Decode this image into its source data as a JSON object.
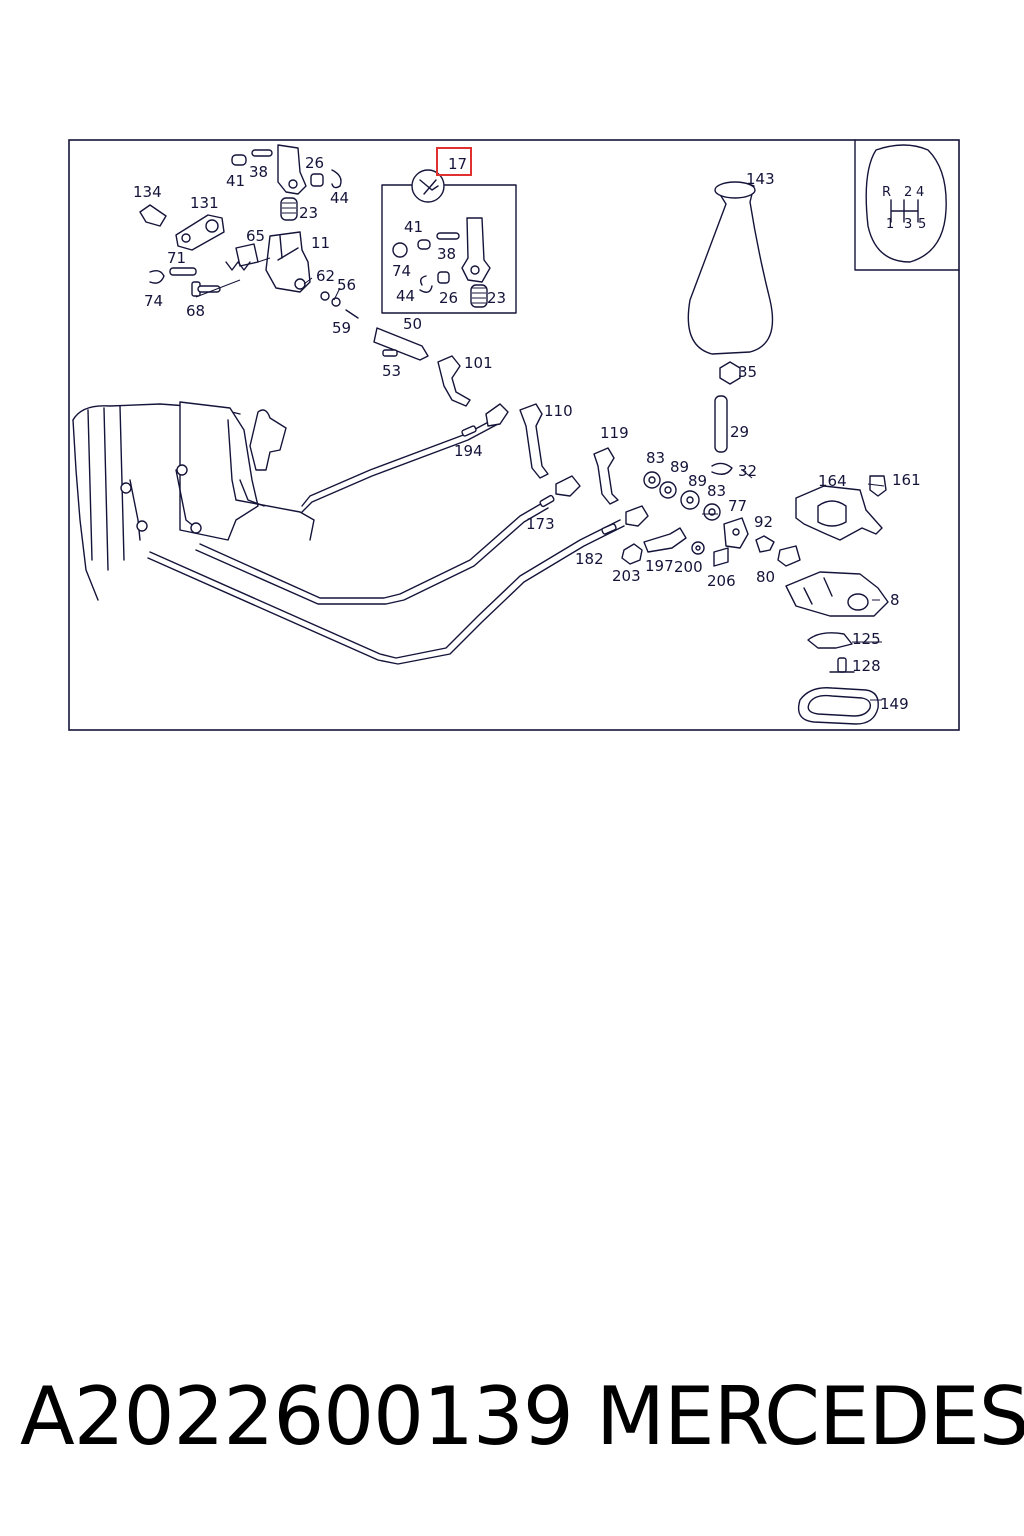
{
  "diagram": {
    "highlighted_callout": "17",
    "shift_pattern": {
      "top": [
        "R",
        "2",
        "4"
      ],
      "bottom": [
        "1",
        "3",
        "5"
      ]
    },
    "callouts": [
      {
        "id": "c134",
        "text": "134"
      },
      {
        "id": "c131",
        "text": "131"
      },
      {
        "id": "c41a",
        "text": "41"
      },
      {
        "id": "c38a",
        "text": "38"
      },
      {
        "id": "c26a",
        "text": "26"
      },
      {
        "id": "c44a",
        "text": "44"
      },
      {
        "id": "c23a",
        "text": "23"
      },
      {
        "id": "c65",
        "text": "65"
      },
      {
        "id": "c11",
        "text": "11"
      },
      {
        "id": "c71",
        "text": "71"
      },
      {
        "id": "c74a",
        "text": "74"
      },
      {
        "id": "c68",
        "text": "68"
      },
      {
        "id": "c62",
        "text": "62"
      },
      {
        "id": "c56",
        "text": "56"
      },
      {
        "id": "c59",
        "text": "59"
      },
      {
        "id": "c41b",
        "text": "41"
      },
      {
        "id": "c38b",
        "text": "38"
      },
      {
        "id": "c74b",
        "text": "74"
      },
      {
        "id": "c44b",
        "text": "44"
      },
      {
        "id": "c26b",
        "text": "26"
      },
      {
        "id": "c23b",
        "text": "23"
      },
      {
        "id": "c50",
        "text": "50"
      },
      {
        "id": "c53",
        "text": "53"
      },
      {
        "id": "c101",
        "text": "101"
      },
      {
        "id": "c143",
        "text": "143"
      },
      {
        "id": "c35",
        "text": "35"
      },
      {
        "id": "c29",
        "text": "29"
      },
      {
        "id": "c32",
        "text": "32"
      },
      {
        "id": "c110",
        "text": "110"
      },
      {
        "id": "c194",
        "text": "194"
      },
      {
        "id": "c119",
        "text": "119"
      },
      {
        "id": "c83a",
        "text": "83"
      },
      {
        "id": "c89a",
        "text": "89"
      },
      {
        "id": "c89b",
        "text": "89"
      },
      {
        "id": "c83b",
        "text": "83"
      },
      {
        "id": "c77",
        "text": "77"
      },
      {
        "id": "c164",
        "text": "164"
      },
      {
        "id": "c161",
        "text": "161"
      },
      {
        "id": "c173",
        "text": "173"
      },
      {
        "id": "c92",
        "text": "92"
      },
      {
        "id": "c182",
        "text": "182"
      },
      {
        "id": "c203",
        "text": "203"
      },
      {
        "id": "c197",
        "text": "197"
      },
      {
        "id": "c200",
        "text": "200"
      },
      {
        "id": "c206",
        "text": "206"
      },
      {
        "id": "c80",
        "text": "80"
      },
      {
        "id": "c8",
        "text": "8"
      },
      {
        "id": "c125",
        "text": "125"
      },
      {
        "id": "c128",
        "text": "128"
      },
      {
        "id": "c149",
        "text": "149"
      }
    ]
  },
  "caption": {
    "part_number": "A2022600139",
    "brand": "MERCEDES"
  }
}
